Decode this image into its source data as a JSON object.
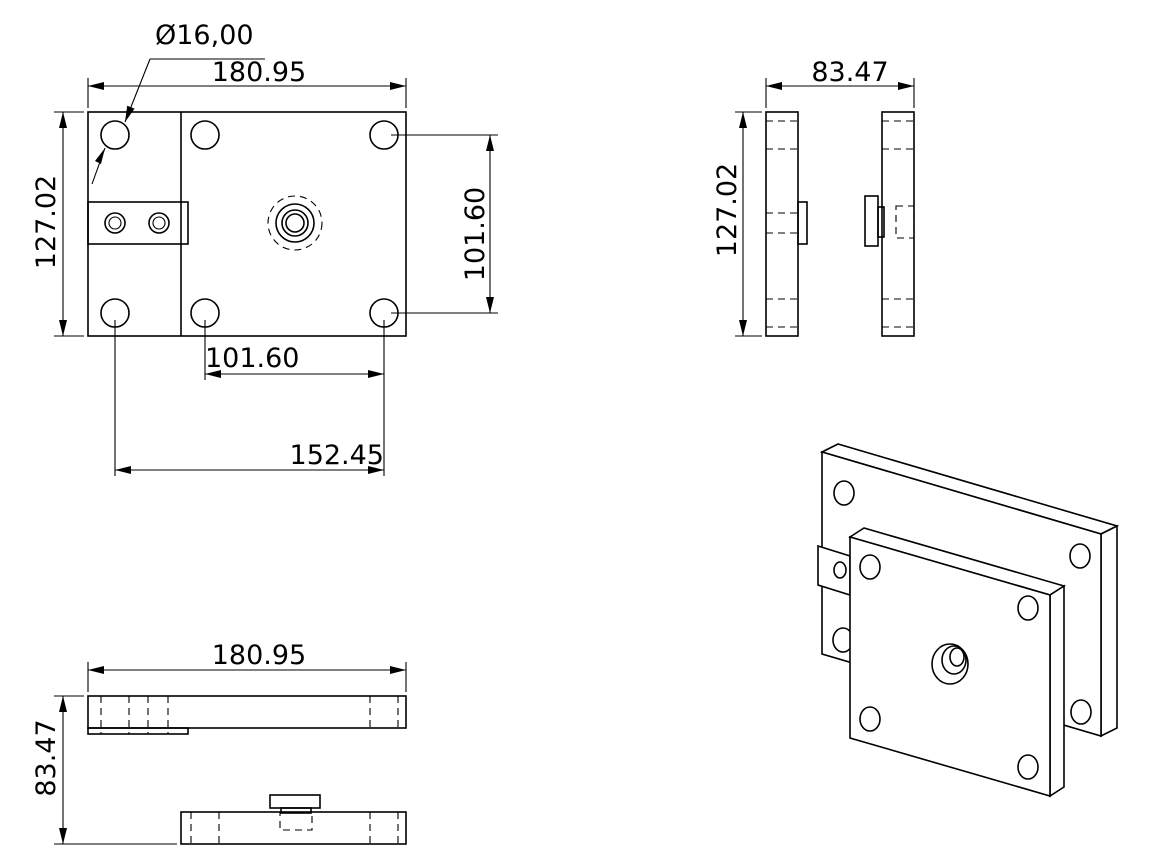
{
  "drawing": {
    "front_view": {
      "hole_diameter": "Ø16,00",
      "overall_width": "180.95",
      "overall_height": "127.02",
      "hole_vertical_spacing": "101.60",
      "hole_horizontal_spacing": "101.60",
      "outer_hole_spacing": "152.45"
    },
    "side_view": {
      "depth": "83.47",
      "height": "127.02"
    },
    "top_view": {
      "width": "180.95",
      "depth": "83.47"
    }
  },
  "colors": {
    "line": "#000000",
    "background": "#ffffff"
  }
}
